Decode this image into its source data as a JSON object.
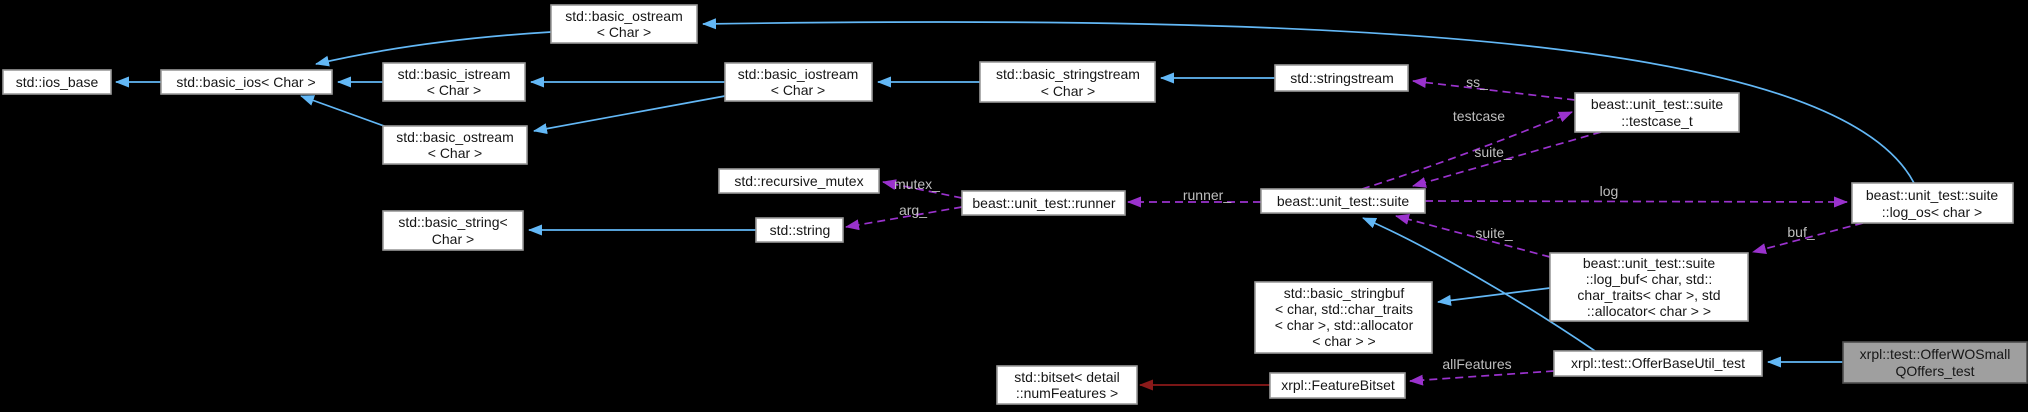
{
  "diagram": {
    "type": "doxygen-collaboration-graph",
    "focus_node": "xrpl::test::OfferWOSmallQOffers_test",
    "colors": {
      "background": "#000000",
      "inherit_edge": "#63b8f6",
      "usage_edge": "#9a32cd",
      "private_inherit_edge": "#8b1a1a",
      "edge_label": "#bfbfbf",
      "node_bg": "#ffffff",
      "node_border": "#9a9a9a",
      "focus_node_bg": "#9f9f9f",
      "focus_node_border": "#4d4d4d",
      "node_text": "#161616"
    },
    "nodes": {
      "ostream_top": {
        "lines": [
          "std::basic_ostream",
          "< Char >"
        ]
      },
      "ios_base": {
        "lines": [
          "std::ios_base"
        ]
      },
      "basic_ios": {
        "lines": [
          "std::basic_ios< Char >"
        ]
      },
      "istream": {
        "lines": [
          "std::basic_istream",
          "< Char >"
        ]
      },
      "ostream2": {
        "lines": [
          "std::basic_ostream",
          "< Char >"
        ]
      },
      "iostream": {
        "lines": [
          "std::basic_iostream",
          "< Char >"
        ]
      },
      "bss": {
        "lines": [
          "std::basic_stringstream",
          "< Char >"
        ]
      },
      "sstream": {
        "lines": [
          "std::stringstream"
        ]
      },
      "testcase_t": {
        "lines": [
          "beast::unit_test::suite",
          "::testcase_t"
        ]
      },
      "rmutex": {
        "lines": [
          "std::recursive_mutex"
        ]
      },
      "runner": {
        "lines": [
          "beast::unit_test::runner"
        ]
      },
      "suite": {
        "lines": [
          "beast::unit_test::suite"
        ]
      },
      "log_os": {
        "lines": [
          "beast::unit_test::suite",
          "::log_os< char >"
        ]
      },
      "basic_string": {
        "lines": [
          "std::basic_string<",
          "Char >"
        ]
      },
      "string": {
        "lines": [
          "std::string"
        ]
      },
      "log_buf": {
        "lines": [
          "beast::unit_test::suite",
          "::log_buf< char, std::",
          "char_traits< char >, std",
          "::allocator< char > >"
        ]
      },
      "stringbuf": {
        "lines": [
          "std::basic_stringbuf",
          "< char, std::char_traits",
          "< char >, std::allocator",
          "< char > >"
        ]
      },
      "bitset": {
        "lines": [
          "std::bitset< detail",
          "::numFeatures >"
        ]
      },
      "featurebitset": {
        "lines": [
          "xrpl::FeatureBitset"
        ]
      },
      "offerbase": {
        "lines": [
          "xrpl::test::OfferBaseUtil_test"
        ]
      },
      "offerwos": {
        "lines": [
          "xrpl::test::OfferWOSmall",
          "QOffers_test"
        ]
      }
    },
    "labels": {
      "mutex": "mutex_",
      "arg": "arg_",
      "runner": "runner_",
      "ss": "ss_",
      "testcase": "testcase",
      "suite_top": "suite_",
      "suite_bottom": "suite_",
      "log": "log",
      "buf": "buf_",
      "all_features": "allFeatures"
    }
  }
}
